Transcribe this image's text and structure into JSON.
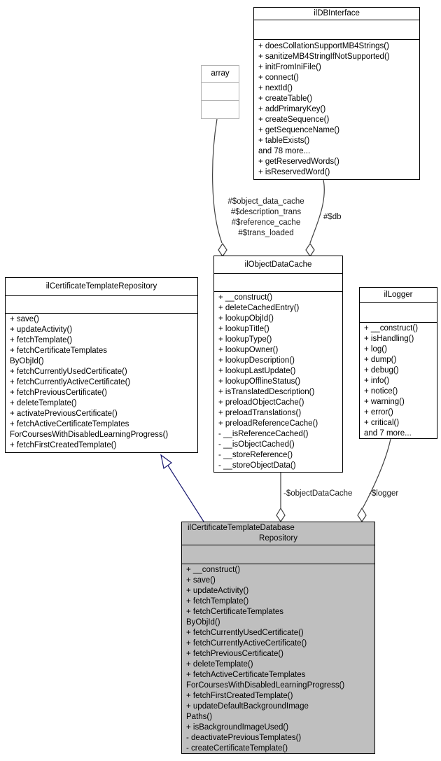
{
  "diagram": {
    "classes": {
      "db_interface": {
        "title_lines": [
          "ilDBInterface"
        ],
        "method_lines": [
          "+ doesCollationSupportMB4Strings()",
          "+ sanitizeMB4StringIfNotSupported()",
          "+ initFromIniFile()",
          "+ connect()",
          "+ nextId()",
          "+ createTable()",
          "+ addPrimaryKey()",
          "+ createSequence()",
          "+ getSequenceName()",
          "+ tableExists()",
          "and 78 more...",
          "+ getReservedWords()",
          "+ isReservedWord()"
        ]
      },
      "array": {
        "title_lines": [
          "array"
        ],
        "method_lines": []
      },
      "object_data_cache": {
        "title_lines": [
          "ilObjectDataCache"
        ],
        "method_lines": [
          "+ __construct()",
          "+ deleteCachedEntry()",
          "+ lookupObjId()",
          "+ lookupTitle()",
          "+ lookupType()",
          "+ lookupOwner()",
          "+ lookupDescription()",
          "+ lookupLastUpdate()",
          "+ lookupOfflineStatus()",
          "+ isTranslatedDescription()",
          "+ preloadObjectCache()",
          "+ preloadTranslations()",
          "+ preloadReferenceCache()",
          "- __isReferenceCached()",
          "- __isObjectCached()",
          "- __storeReference()",
          "- __storeObjectData()"
        ]
      },
      "certificate_template_repository": {
        "title_lines": [
          "ilCertificateTemplateRepository"
        ],
        "method_lines": [
          "+ save()",
          "+ updateActivity()",
          "+ fetchTemplate()",
          "+ fetchCertificateTemplates",
          "ByObjId()",
          "+ fetchCurrentlyUsedCertificate()",
          "+ fetchCurrentlyActiveCertificate()",
          "+ fetchPreviousCertificate()",
          "+ deleteTemplate()",
          "+ activatePreviousCertificate()",
          "+ fetchActiveCertificateTemplates",
          "ForCoursesWithDisabledLearningProgress()",
          "+ fetchFirstCreatedTemplate()"
        ]
      },
      "logger": {
        "title_lines": [
          "ilLogger"
        ],
        "method_lines": [
          "+ __construct()",
          "+ isHandling()",
          "+ log()",
          "+ dump()",
          "+ debug()",
          "+ info()",
          "+ notice()",
          "+ warning()",
          "+ error()",
          "+ critical()",
          "and 7 more..."
        ]
      },
      "certificate_template_database_repository": {
        "title_lines": [
          "ilCertificateTemplateDatabase",
          "Repository"
        ],
        "method_lines": [
          "+ __construct()",
          "+ save()",
          "+ updateActivity()",
          "+ fetchTemplate()",
          "+ fetchCertificateTemplates",
          "ByObjId()",
          "+ fetchCurrentlyUsedCertificate()",
          "+ fetchCurrentlyActiveCertificate()",
          "+ fetchPreviousCertificate()",
          "+ deleteTemplate()",
          "+ fetchActiveCertificateTemplates",
          "ForCoursesWithDisabledLearningProgress()",
          "+ fetchFirstCreatedTemplate()",
          "+ updateDefaultBackgroundImage",
          "Paths()",
          "+ isBackgroundImageUsed()",
          "- deactivatePreviousTemplates()",
          "- createCertificateTemplate()"
        ]
      }
    },
    "edges": {
      "array_to_cache": {
        "type": "aggregation",
        "label_lines": [
          "#$object_data_cache",
          "#$description_trans",
          "#$reference_cache",
          "#$trans_loaded"
        ]
      },
      "db_to_cache": {
        "type": "aggregation",
        "label": "#$db"
      },
      "cache_to_repo": {
        "type": "aggregation",
        "label": "-$objectDataCache"
      },
      "logger_to_repo": {
        "type": "aggregation",
        "label": "-$logger"
      },
      "repo_to_interface": {
        "type": "inheritance"
      }
    }
  },
  "colors": {
    "page_bg": "#ffffff",
    "box_fill": "#ffffff",
    "box_border": "#000000",
    "muted_border": "#b3b3b3",
    "highlight_fill": "#bfbfbf",
    "edge": "#404040",
    "inherit_edge": "#191970",
    "label_text": "#1a1a1a"
  }
}
